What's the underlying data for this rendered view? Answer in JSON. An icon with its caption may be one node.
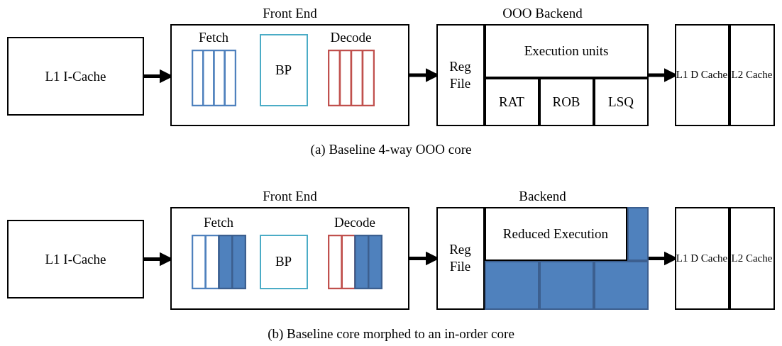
{
  "diagram": {
    "nodes": [
      {
        "text": [
          "L1 I-Cache"
        ]
      },
      {
        "text": [
          "Front End"
        ]
      },
      {
        "text": [
          "Fetch"
        ],
        "in": 1
      },
      {
        "text": [
          "BP"
        ],
        "in": 1
      },
      {
        "text": [
          "Decode"
        ],
        "in": 1
      },
      {
        "text": [
          "OOO Backend"
        ]
      },
      {
        "text": [
          "Reg File"
        ],
        "in": 5
      },
      {
        "text": [
          "Execution units"
        ],
        "in": 5
      },
      {
        "text": [
          "RAT"
        ],
        "in": 5
      },
      {
        "text": [
          "ROB"
        ],
        "in": 5
      },
      {
        "text": [
          "LSQ"
        ],
        "in": 5
      },
      {
        "text": [],
        "shape": "box"
      },
      {
        "text": [
          "L1 D Cache"
        ],
        "in": 11
      },
      {
        "text": [
          "L2 Cache"
        ],
        "in": 11
      },
      {
        "text": [
          "L1 I-Cache"
        ]
      },
      {
        "text": [
          "Front End"
        ]
      },
      {
        "text": [
          "Fetch"
        ],
        "in": 15
      },
      {
        "text": [
          "BP"
        ],
        "in": 15
      },
      {
        "text": [
          "Decode"
        ],
        "in": 15
      },
      {
        "text": [
          "Backend"
        ]
      },
      {
        "text": [
          "Reg File"
        ],
        "in": 19
      },
      {
        "text": [
          "Reduced Execution"
        ],
        "in": 19
      },
      {
        "text": [],
        "shape": "box",
        "in": 19
      },
      {
        "text": [],
        "shape": "box",
        "in": 19
      },
      {
        "text": [],
        "shape": "box",
        "in": 19
      },
      {
        "text": [],
        "shape": "box",
        "in": 19
      },
      {
        "text": [],
        "shape": "box"
      },
      {
        "text": [
          "L1 D Cache"
        ],
        "in": 26
      },
      {
        "text": [
          "L2 Cache"
        ],
        "in": 26
      }
    ],
    "edges": [
      {
        "from": 0,
        "to": 1,
        "arrow": "to"
      },
      {
        "from": 1,
        "to": 5,
        "arrow": "to"
      },
      {
        "from": 5,
        "to": 11,
        "arrow": "to"
      },
      {
        "from": 14,
        "to": 15,
        "arrow": "to"
      },
      {
        "from": 15,
        "to": 19,
        "arrow": "to"
      },
      {
        "from": 19,
        "to": 26,
        "arrow": "to"
      }
    ],
    "labels": [
      "(a) Baseline 4-way OOO core",
      "(b) Baseline core morphed to an in-order core"
    ]
  }
}
